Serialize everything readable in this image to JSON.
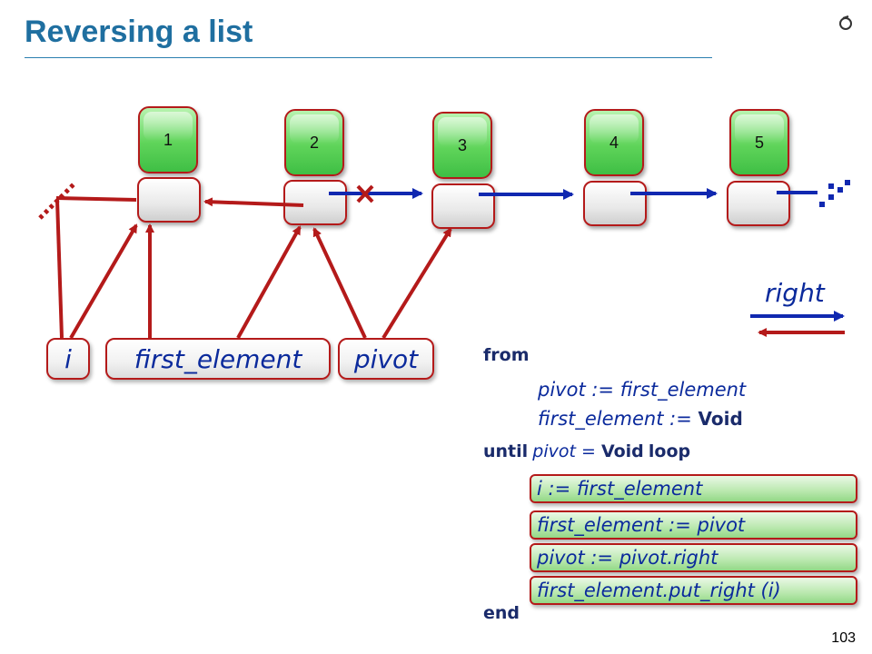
{
  "title": "Reversing a list",
  "page_number": "103",
  "logo_icon": "eiffel-logo-icon",
  "nodes": [
    {
      "value": "1"
    },
    {
      "value": "2"
    },
    {
      "value": "3"
    },
    {
      "value": "4"
    },
    {
      "value": "5"
    }
  ],
  "references": {
    "i": "i",
    "first_element": "first_element",
    "pivot": "pivot"
  },
  "legend": {
    "right_label": "right"
  },
  "code": {
    "from_kw": "from",
    "init_line1": "pivot := first_element",
    "init_line2_a": "first_element := ",
    "init_line2_void": "Void",
    "until_kw": "until",
    "until_cond": "pivot = ",
    "until_void": "Void",
    "loop_kw": "loop",
    "body": [
      "i := first_element",
      "first_element := pivot",
      "pivot := pivot.right",
      "first_element.put_right (i)"
    ],
    "end_kw": "end"
  },
  "colors": {
    "title": "#1f6fa0",
    "arrow_red": "#b41a1a",
    "arrow_blue": "#1028b0",
    "node_green": "#5fd45a"
  }
}
